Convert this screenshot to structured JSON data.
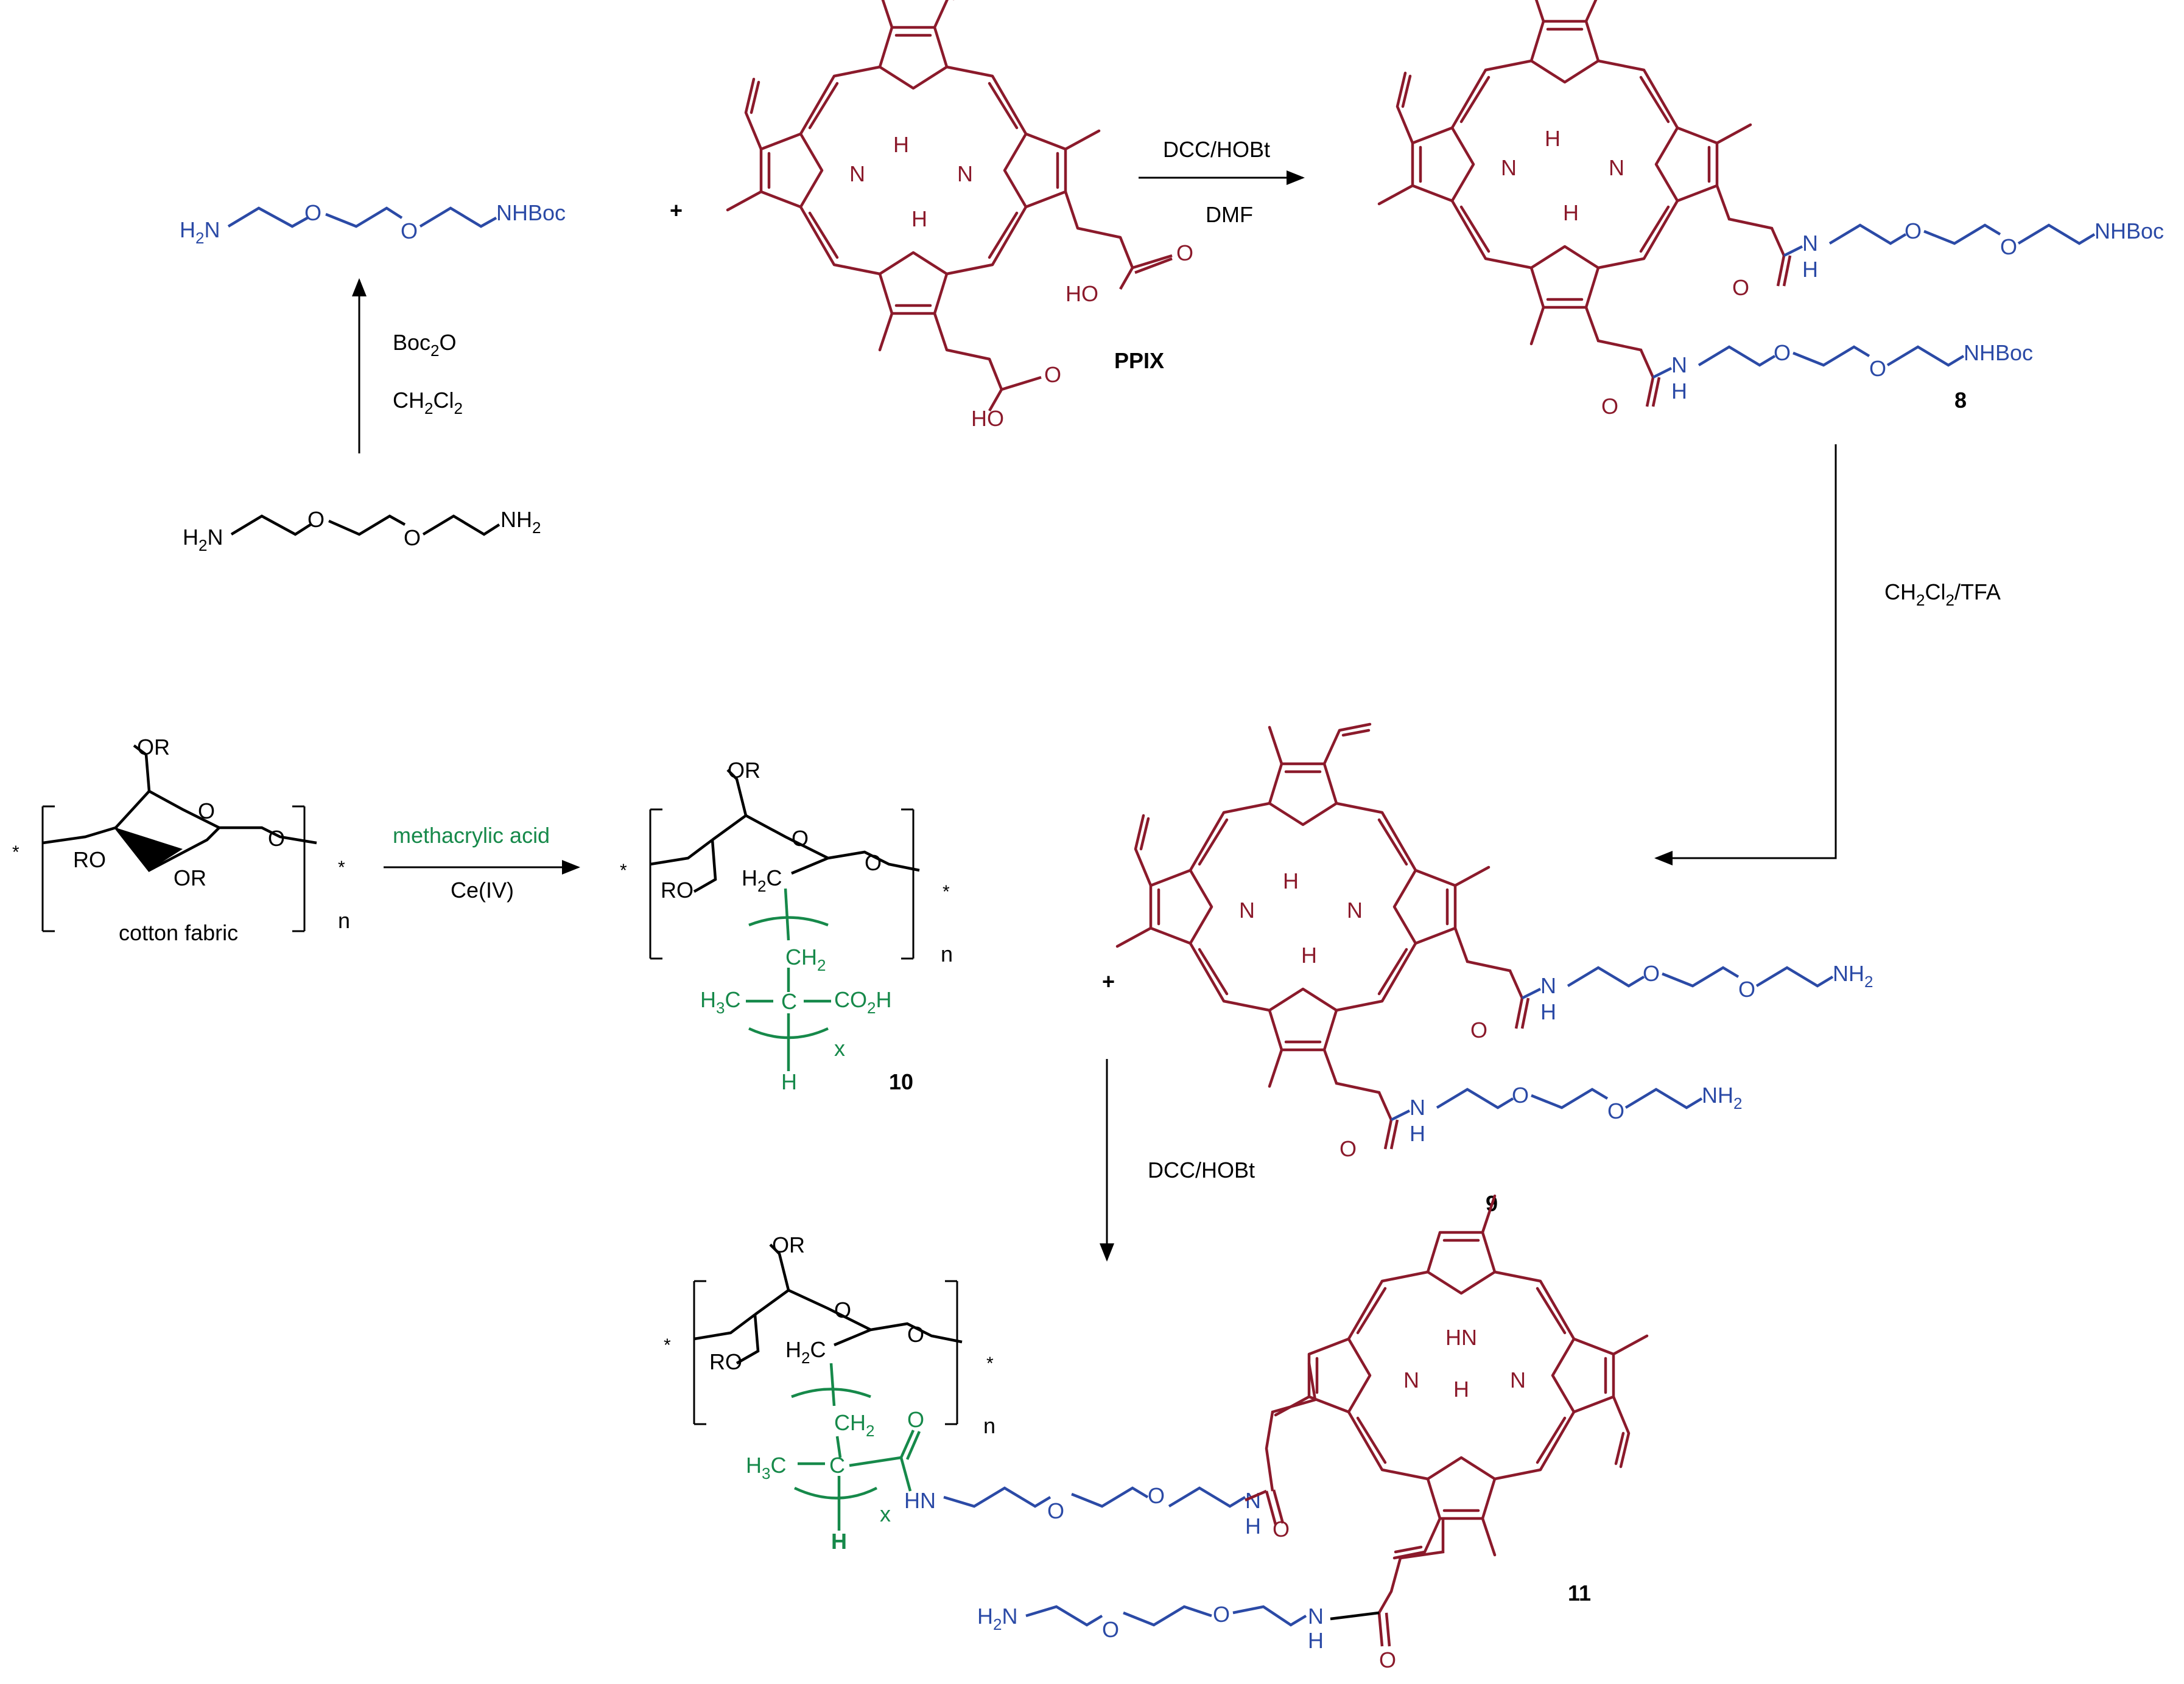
{
  "colors": {
    "porphyrin": "#8b1a2b",
    "linker": "#2b4aa6",
    "grafted": "#16894a",
    "black": "#000000"
  },
  "compound_labels": {
    "ppix": "PPIX",
    "c8": "8",
    "c9": "9",
    "c10": "10",
    "c11": "11"
  },
  "reagents": {
    "step1_a": "Boc",
    "step1_a_sub": "2",
    "step1_a_end": "O",
    "step1_b": "CH",
    "step1_b_sub": "2",
    "step1_b_mid": "Cl",
    "step1_b_sub2": "2",
    "step2_a": "DCC/HOBt",
    "step2_b": "DMF",
    "step3_a": "CH",
    "step3_a_sub": "2",
    "step3_a_mid": "Cl",
    "step3_a_sub2": "2",
    "step3_a_end": "/TFA",
    "step4_a": "methacrylic acid",
    "step4_b": "Ce(IV)",
    "step5_a": "DCC/HOBt"
  },
  "atoms": {
    "h2n": "H",
    "h2n_sub": "2",
    "h2n_end": "N",
    "nh2": "NH",
    "nh2_sub": "2",
    "nhboc": "NHBoc",
    "o": "O",
    "n": "N",
    "h": "H",
    "hn": "HN",
    "ho": "HO",
    "or": "OR",
    "ro": "RO",
    "ch2": "CH",
    "ch2_sub": "2",
    "h2c": "H",
    "h2c_end": "C",
    "h3c": "H",
    "h3c_sub": "3",
    "h3c_end": "C",
    "c": "C",
    "co2h": "CO",
    "co2h_sub": "2",
    "co2h_end": "H",
    "x": "x",
    "n_repeat": "n",
    "star": "*"
  },
  "misc": {
    "plus": "+",
    "cotton": "cotton fabric"
  }
}
